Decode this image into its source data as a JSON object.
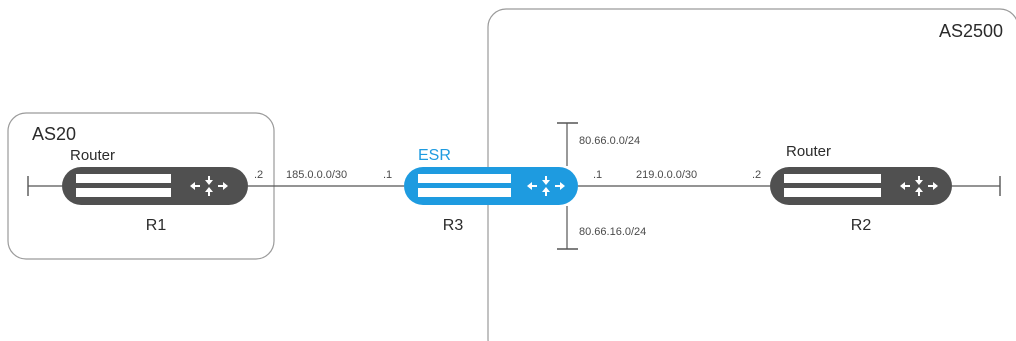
{
  "zones": {
    "as20": "AS20",
    "as2500": "AS2500"
  },
  "routers": {
    "r1": {
      "type_label": "Router",
      "name": "R1"
    },
    "r3": {
      "type_label": "ESR",
      "name": "R3"
    },
    "r2": {
      "type_label": "Router",
      "name": "R2"
    }
  },
  "links": {
    "r1_r3": {
      "network": "185.0.0.0/30",
      "r1_side": ".2",
      "r3_side": ".1"
    },
    "r3_r2": {
      "network": "219.0.0.0/30",
      "r3_side": ".1",
      "r2_side": ".2"
    }
  },
  "networks": {
    "upper": "80.66.0.0/24",
    "lower": "80.66.16.0/24"
  },
  "colors": {
    "router_body": "#505050",
    "esr_body": "#1e9be0",
    "esr_label": "#1e9be0",
    "zone_border": "#9a9a9a",
    "line": "#555555"
  },
  "icons": {
    "router": "router-arrows-icon"
  }
}
